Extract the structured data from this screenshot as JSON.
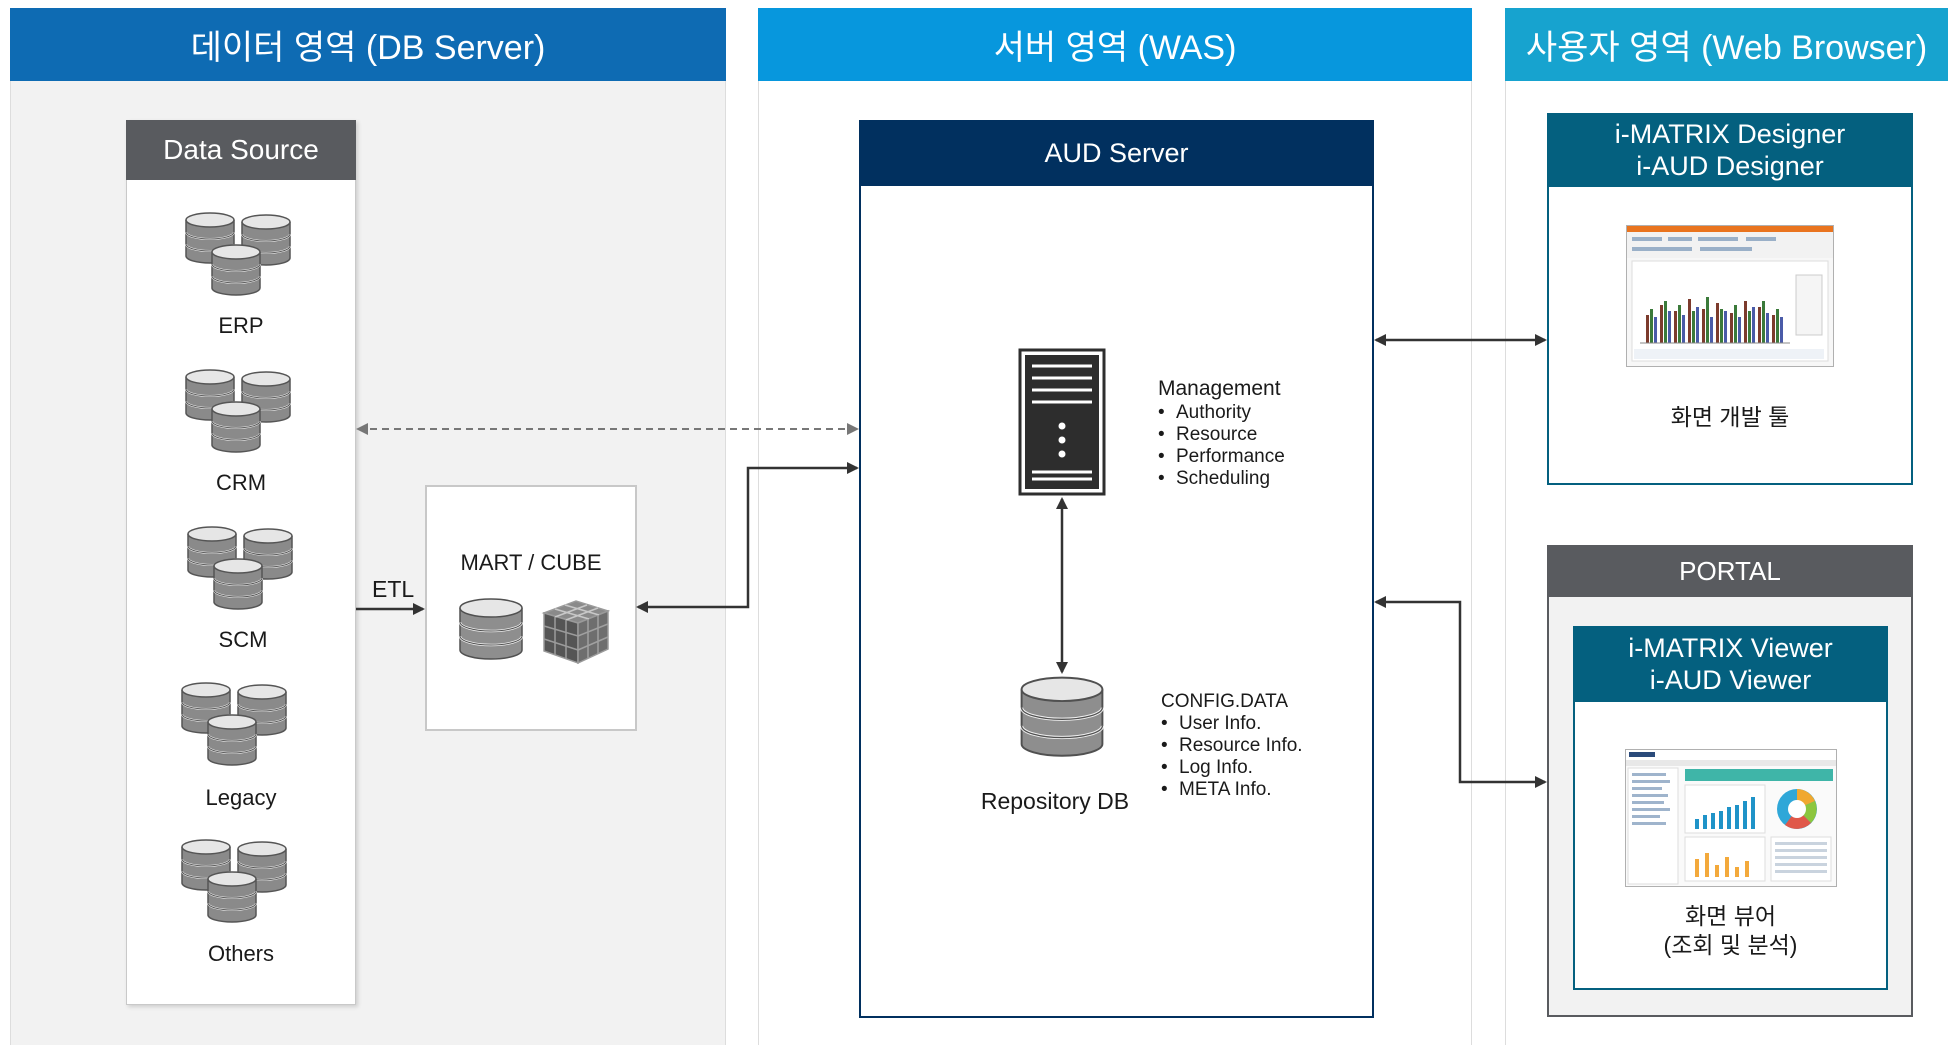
{
  "zones": {
    "data": {
      "title": "데이터 영역 (DB Server)",
      "color": "#0e6bb3"
    },
    "server": {
      "title": "서버 영역 (WAS)",
      "color": "#0797dd"
    },
    "user": {
      "title": "사용자 영역 (Web Browser)",
      "color": "#17a3cf"
    }
  },
  "data_source": {
    "title": "Data Source",
    "items": [
      "ERP",
      "CRM",
      "SCM",
      "Legacy",
      "Others"
    ]
  },
  "etl_label": "ETL",
  "mart": {
    "title": "MART / CUBE"
  },
  "aud_server": {
    "title": "AUD Server",
    "management": {
      "title": "Management",
      "items": [
        "Authority",
        "Resource",
        "Performance",
        "Scheduling"
      ]
    },
    "repository": {
      "label": "Repository DB",
      "config_title": "CONFIG.DATA",
      "config_items": [
        "User Info.",
        "Resource Info.",
        "Log Info.",
        "META Info."
      ]
    }
  },
  "designer": {
    "title_line1": "i-MATRIX Designer",
    "title_line2": "i-AUD Designer",
    "caption": "화면 개발 툴"
  },
  "portal": {
    "title": "PORTAL",
    "viewer_line1": "i-MATRIX Viewer",
    "viewer_line2": "i-AUD  Viewer",
    "caption_line1": "화면 뷰어",
    "caption_line2": "(조회 및 분석)"
  },
  "colors": {
    "navy": "#01305f",
    "teal": "#04607f",
    "gray_title": "#595b5f",
    "zone_bg": "#f2f2f2",
    "arrow": "#333333"
  },
  "icons": [
    "database-cluster-icon",
    "database-icon",
    "cube-icon",
    "server-icon",
    "screenshot-thumbnail"
  ]
}
